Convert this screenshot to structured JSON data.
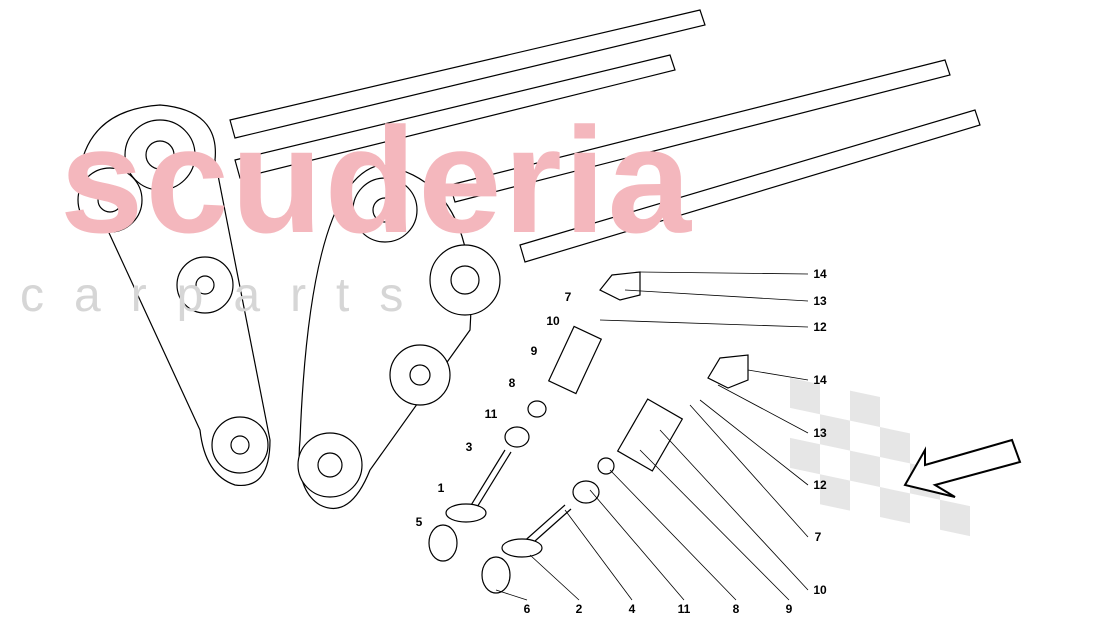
{
  "watermark": {
    "line1": "scuderia",
    "line2": "c a r p a r t s"
  },
  "callouts": [
    {
      "id": "upper-14",
      "text": "14"
    },
    {
      "id": "upper-13",
      "text": "13"
    },
    {
      "id": "upper-12",
      "text": "12"
    },
    {
      "id": "upper-7",
      "text": "7"
    },
    {
      "id": "upper-10",
      "text": "10"
    },
    {
      "id": "upper-9",
      "text": "9"
    },
    {
      "id": "upper-8",
      "text": "8"
    },
    {
      "id": "upper-11",
      "text": "11"
    },
    {
      "id": "upper-3",
      "text": "3"
    },
    {
      "id": "upper-1",
      "text": "1"
    },
    {
      "id": "upper-5",
      "text": "5"
    },
    {
      "id": "lower-14",
      "text": "14"
    },
    {
      "id": "lower-13",
      "text": "13"
    },
    {
      "id": "lower-12",
      "text": "12"
    },
    {
      "id": "lower-7",
      "text": "7"
    },
    {
      "id": "lower-10",
      "text": "10"
    },
    {
      "id": "lower-9",
      "text": "9"
    },
    {
      "id": "lower-8",
      "text": "8"
    },
    {
      "id": "lower-11",
      "text": "11"
    },
    {
      "id": "lower-4",
      "text": "4"
    },
    {
      "id": "lower-2",
      "text": "2"
    },
    {
      "id": "lower-6",
      "text": "6"
    }
  ],
  "icons": {
    "direction": "arrow-left-down-icon"
  },
  "colors": {
    "watermark": "#f4b7bd",
    "line": "#000000"
  }
}
